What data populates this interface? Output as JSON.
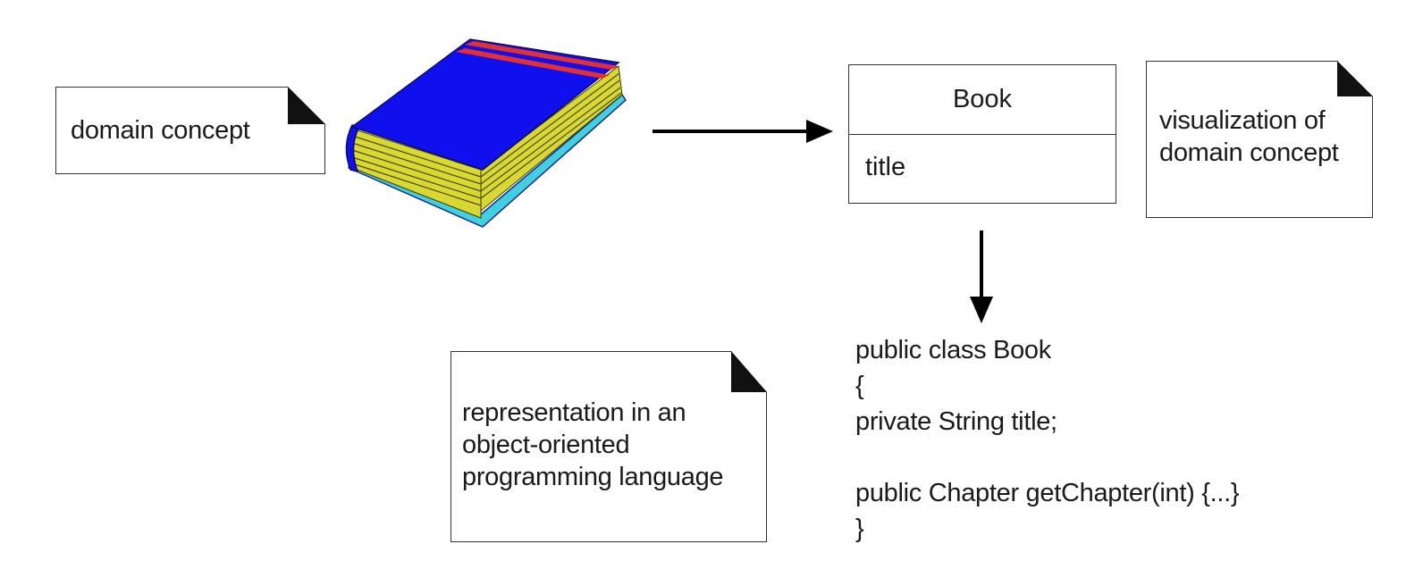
{
  "notes": {
    "domain": {
      "text": "domain concept"
    },
    "visualization": {
      "text": "visualization of\ndomain concept"
    },
    "representation": {
      "text": "representation in an\nobject-oriented\nprogramming language"
    }
  },
  "uml_class": {
    "name": "Book",
    "attribute": "title"
  },
  "code": {
    "lines": [
      "public class Book",
      "{",
      "private String title;",
      "",
      "public Chapter getChapter(int) {...}",
      "}"
    ]
  },
  "illustration": {
    "icon": "book-icon",
    "colors": {
      "cover": "#1010ee",
      "stripe": "#e53030",
      "pages": "#d8d830",
      "edge": "#40d0e0"
    }
  }
}
